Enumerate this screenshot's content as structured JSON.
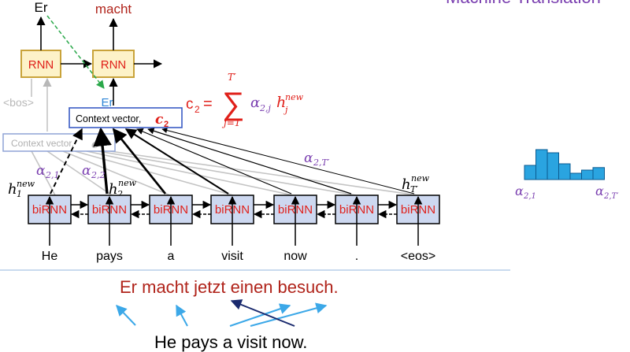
{
  "header": {
    "partial_title": "Machine Translation"
  },
  "decoder": {
    "outputs": [
      "Er",
      "macht"
    ],
    "rnn_label": "RNN",
    "bos": "<bos>",
    "fed_word": "Er"
  },
  "context": {
    "box_label": "Context vector,",
    "box_symbol": "c",
    "box_sub": "2",
    "ghost_label": "Context vector,",
    "ghost_symbol": "c"
  },
  "formula": {
    "lhs": "c",
    "lhs_sub": "2",
    "eq": "=",
    "sum": "∑",
    "upper": "T′",
    "lower": "j=1",
    "alpha": "α",
    "alpha_sub": "2,j",
    "h": "h",
    "h_sub": "j",
    "h_sup": "new"
  },
  "encoder": {
    "cell_label": "biRNN",
    "tokens": [
      "He",
      "pays",
      "a",
      "visit",
      "now",
      ".",
      "<eos>"
    ]
  },
  "labels": {
    "a21": "α",
    "a21_sub": "2,1",
    "a22": "α",
    "a22_sub": "2,2",
    "a2T": "α",
    "a2T_sub": "2,T′",
    "h1": "h",
    "h1_sub": "1",
    "h1_sup": "new",
    "h2": "h",
    "h2_sub": "2",
    "h2_sup": "new",
    "hT": "h",
    "hT_sub": "T′",
    "hT_sup": "new"
  },
  "histogram": {
    "values": [
      0.45,
      0.95,
      0.85,
      0.5,
      0.2,
      0.3,
      0.38
    ],
    "left_label": "α",
    "left_sub": "2,1",
    "right_label": "α",
    "right_sub": "2,T′"
  },
  "alignment": {
    "german": "Er macht jetzt einen besuch.",
    "english": "He pays a visit now."
  },
  "colors": {
    "rnn_fill": "#fdf2c8",
    "rnn_stroke": "#c9a33a",
    "rnn_text": "#e0201a",
    "birnn_fill": "#cdd8f0",
    "purple": "#7a3fb0",
    "blue_text": "#2c84d6",
    "dark_red": "#b0231a",
    "green_dash": "#2aa84a",
    "bar_fill": "#2aa4e0",
    "arrow_light": "#3ca8e8",
    "arrow_dark": "#1a2a6e",
    "divider": "#a9c4e4"
  }
}
